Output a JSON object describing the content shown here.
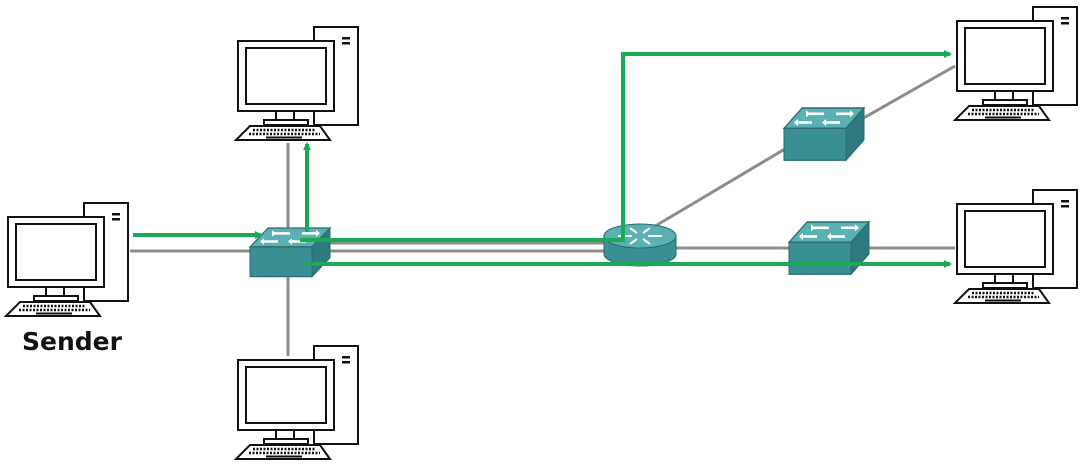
{
  "labels": {
    "sender": "Sender"
  },
  "nodes": {
    "computers": [
      "sender-pc",
      "top-pc",
      "bottom-pc",
      "right-top-pc",
      "right-bottom-pc"
    ],
    "switches": [
      "main-switch",
      "upper-right-switch",
      "lower-right-switch"
    ],
    "routers": [
      "router"
    ]
  },
  "colors": {
    "link": "#8c8c8c",
    "traffic": "#1aaa55",
    "device_top": "#5bb0b4",
    "device_side": "#2f7a7e",
    "outline": "#111111"
  }
}
